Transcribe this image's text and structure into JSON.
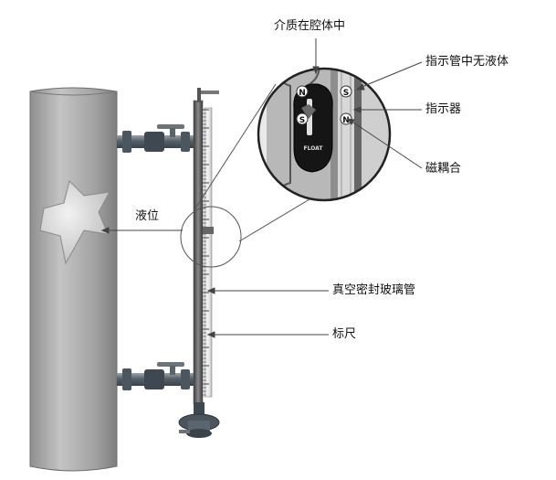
{
  "labels": {
    "medium_in_chamber": "介质在腔体中",
    "no_liquid_in_tube": "指示管中无液体",
    "indicator": "指示器",
    "magnetic_coupling": "磁耦合",
    "liquid_level": "液位",
    "vacuum_sealed_glass_tube": "真空密封玻璃管",
    "scale": "标尺"
  },
  "float_markings": {
    "north_pole": "N",
    "south_pole": "S",
    "float_text": "FLOAT"
  },
  "colors": {
    "vessel": "#a7a7a7",
    "pipe": "#5f6a72",
    "chamber_dark": "#2a2a2a",
    "float_body": "#111111",
    "leader_line": "#444444"
  }
}
